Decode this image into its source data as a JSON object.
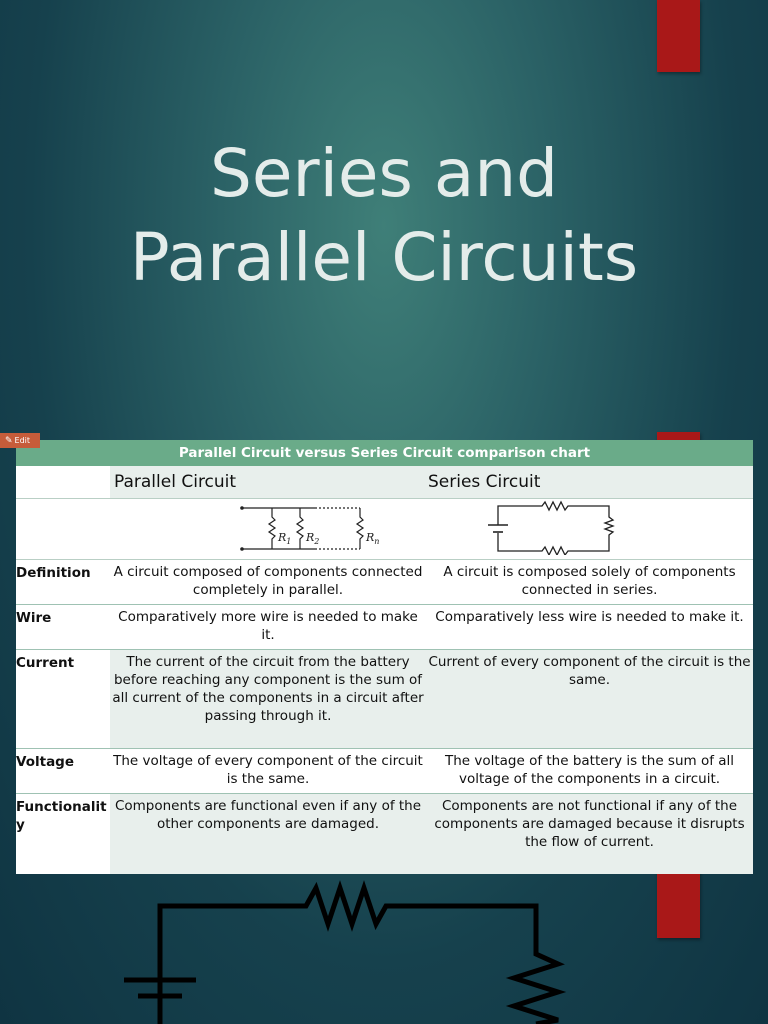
{
  "slide": {
    "title_line1": "Series and",
    "title_line2": "Parallel Circuits"
  },
  "edit_badge": {
    "label": "Edit",
    "icon": "pencil-icon"
  },
  "colors": {
    "accent_red": "#a91818",
    "table_header_green": "#6aab89",
    "row_shade": "#e8efec"
  },
  "table": {
    "caption": "Parallel Circuit versus Series Circuit comparison chart",
    "columns": [
      "Parallel Circuit",
      "Series Circuit"
    ],
    "diagram_labels": {
      "r1": "R",
      "r1_sub": "1",
      "r2": "R",
      "r2_sub": "2",
      "rn": "R",
      "rn_sub": "n"
    },
    "rows": [
      {
        "label": "Definition",
        "parallel": "A circuit composed of components connected completely in parallel.",
        "series": "A circuit is composed solely of components connected in series."
      },
      {
        "label": "Wire",
        "parallel": "Comparatively more wire is needed to make it.",
        "series": "Comparatively less wire is needed to make it."
      },
      {
        "label": "Current",
        "parallel": "The current of the circuit from the battery before reaching any component is the sum of all current of the components in a circuit after passing through it.",
        "series": "Current of every component of the circuit is the same."
      },
      {
        "label": "Voltage",
        "parallel": "The voltage of every component of the circuit is the same.",
        "series": "The voltage of the battery is the sum of all voltage of the components in a circuit."
      },
      {
        "label": "Functionality",
        "parallel": "Components are functional even if any of the other components are damaged.",
        "series": "Components are not functional if any of the components are damaged because it disrupts the flow of current."
      }
    ]
  }
}
